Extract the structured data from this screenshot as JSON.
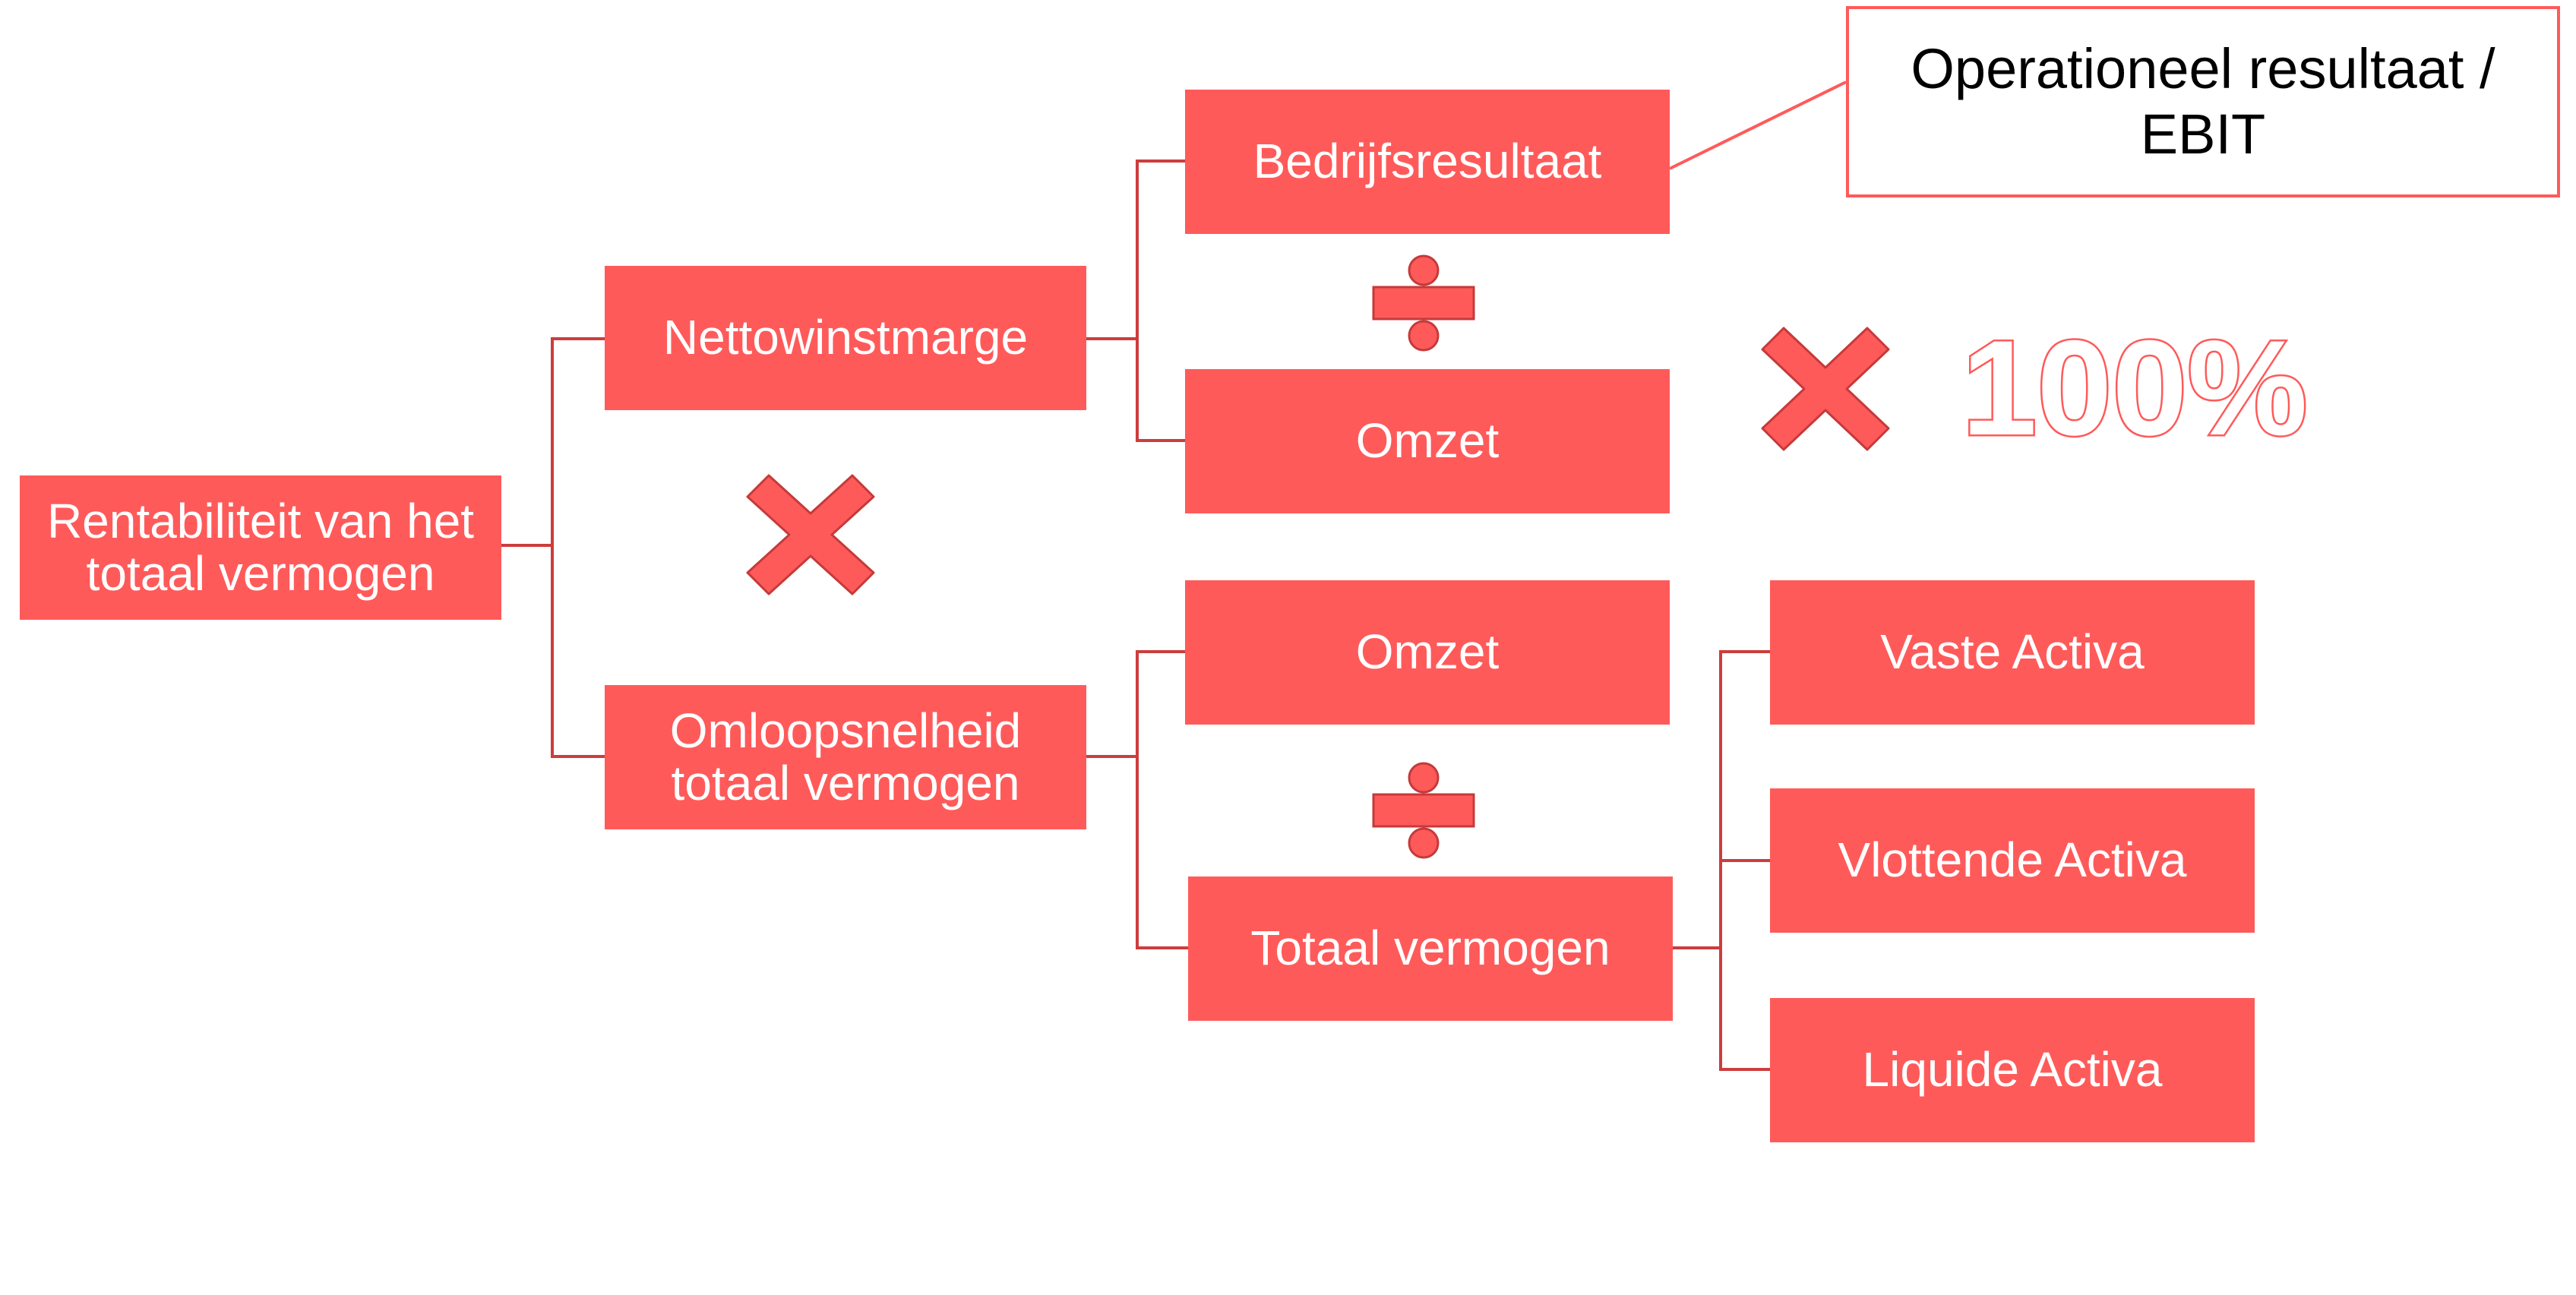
{
  "colors": {
    "box_fill": "#ff5a5a",
    "box_text": "#ffffff",
    "connector": "#cc3d3d",
    "callout_border": "#ff5a5a",
    "callout_text": "#000000",
    "operator_fill": "#ff5a5a",
    "operator_stroke": "#c53a3a"
  },
  "boxes": {
    "root": "Rentabiliteit van het\ntotaal vermogen",
    "net_margin": "Nettowinstmarge",
    "asset_turnover": "Omloopsnelheid\ntotaal vermogen",
    "operating_result": "Bedrijfsresultaat",
    "revenue_top": "Omzet",
    "revenue_bottom": "Omzet",
    "total_assets": "Totaal vermogen",
    "fixed_assets": "Vaste Activa",
    "current_assets": "Vlottende Activa",
    "liquid_assets": "Liquide Activa"
  },
  "callout": {
    "text": "Operationeel resultaat /\nEBIT"
  },
  "operators": {
    "multiply_icon": "multiply-icon",
    "divide_icon": "divide-icon",
    "percent_value": "100%"
  }
}
